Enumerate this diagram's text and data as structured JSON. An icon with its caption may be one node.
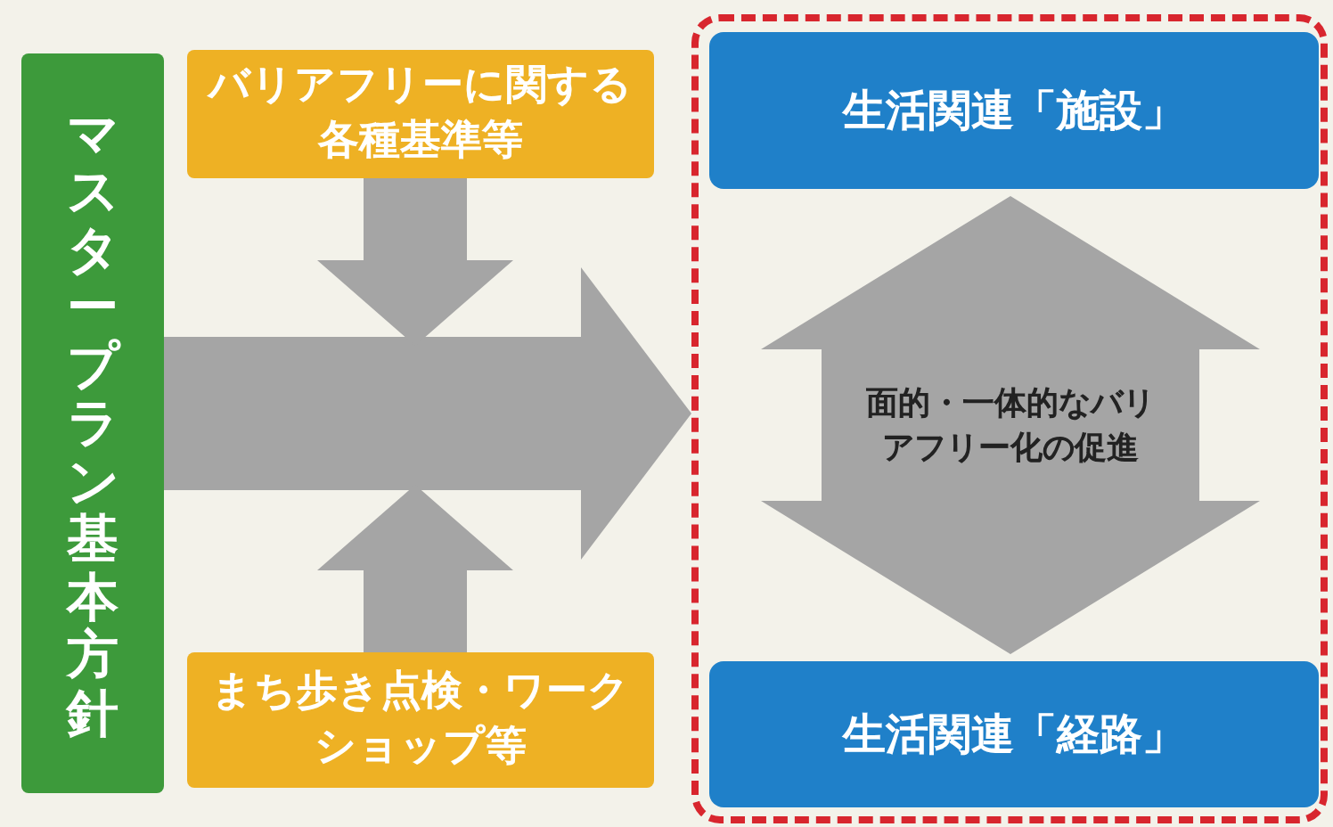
{
  "diagram": {
    "nodes": [
      {
        "text": [
          "マスタープラン基本方針"
        ]
      },
      {
        "text": [
          "バリアフリーに関する各種基準等"
        ]
      },
      {
        "text": [
          "まち歩き点検・ワークショップ等"
        ]
      },
      {
        "text": [],
        "shape": "box"
      },
      {
        "text": [
          "生活関連「施設」"
        ],
        "in": 3
      },
      {
        "text": [
          "生活関連「経路」"
        ],
        "in": 3
      }
    ],
    "edges": [
      {
        "from": 0,
        "to": 3,
        "arrow": "to",
        "style": "thick"
      },
      {
        "from": 1,
        "to": null,
        "arrow": "to",
        "style": "thick"
      },
      {
        "from": 2,
        "to": null,
        "arrow": "to",
        "style": "thick"
      },
      {
        "from": 4,
        "to": 5,
        "arrow": "both",
        "style": "thick",
        "label": "面的・一体的なバリアフリー化の促進"
      }
    ]
  }
}
